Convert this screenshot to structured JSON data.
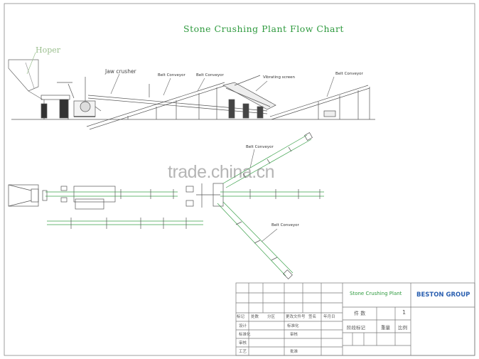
{
  "title": "Stone Crushing Plant Flow Chart",
  "labels": {
    "hoper": "Hoper",
    "jaw_crusher": "Jaw crusher",
    "belt_conveyor": "Belt Conveyor",
    "vibrating_screen": "Vibrating screen"
  },
  "watermark": "trade.china.cn",
  "title_block": {
    "drawing_name": "Stone Crushing Plant",
    "company": "BESTON GROUP",
    "header_cells": [
      "标记",
      "处数",
      "分区",
      "更改文件号",
      "签名",
      "年月日"
    ],
    "row_labels": [
      "设计",
      "标准化",
      "审核",
      "工艺"
    ],
    "right_labels": [
      "批准"
    ],
    "mid_labels": [
      "标准化",
      "审核"
    ],
    "count_label": "件 数",
    "count_value": "1",
    "stage_label": "阶段标记",
    "weight_label": "重量",
    "scale_label": "比例"
  },
  "colors": {
    "title": "#2e9a3e",
    "line": "#555555",
    "green": "#3aa04a"
  }
}
